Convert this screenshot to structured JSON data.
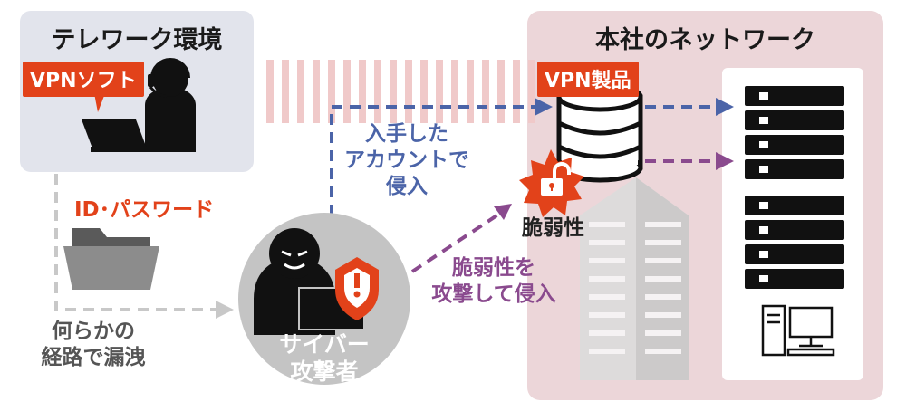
{
  "telework": {
    "title": "テレワーク環境",
    "vpn_soft_tag": "VPNソフト"
  },
  "hq": {
    "title": "本社のネットワーク",
    "vpn_product_tag": "VPN製品"
  },
  "credentials": {
    "label": "ID･パスワード",
    "leak_line1": "何らかの",
    "leak_line2": "経路で漏洩"
  },
  "attacker": {
    "line1": "サイバー",
    "line2": "攻撃者"
  },
  "blue_path": {
    "line1": "入手した",
    "line2": "アカウントで",
    "line3": "侵入"
  },
  "purple_path": {
    "line1": "脆弱性を",
    "line2": "攻撃して侵入"
  },
  "vulnerability": {
    "label": "脆弱性"
  },
  "colors": {
    "blue": "#4b64a8",
    "purple": "#8a4a8e",
    "red": "#e2421a",
    "gray": "#c8c8c8"
  },
  "icons": [
    "headset-user-icon",
    "laptop-icon",
    "folder-icon",
    "hooded-hacker-icon",
    "warning-shield-icon",
    "database-icon",
    "unlocked-padlock-icon",
    "server-rack-icon",
    "desktop-pc-icon",
    "building-icon"
  ]
}
